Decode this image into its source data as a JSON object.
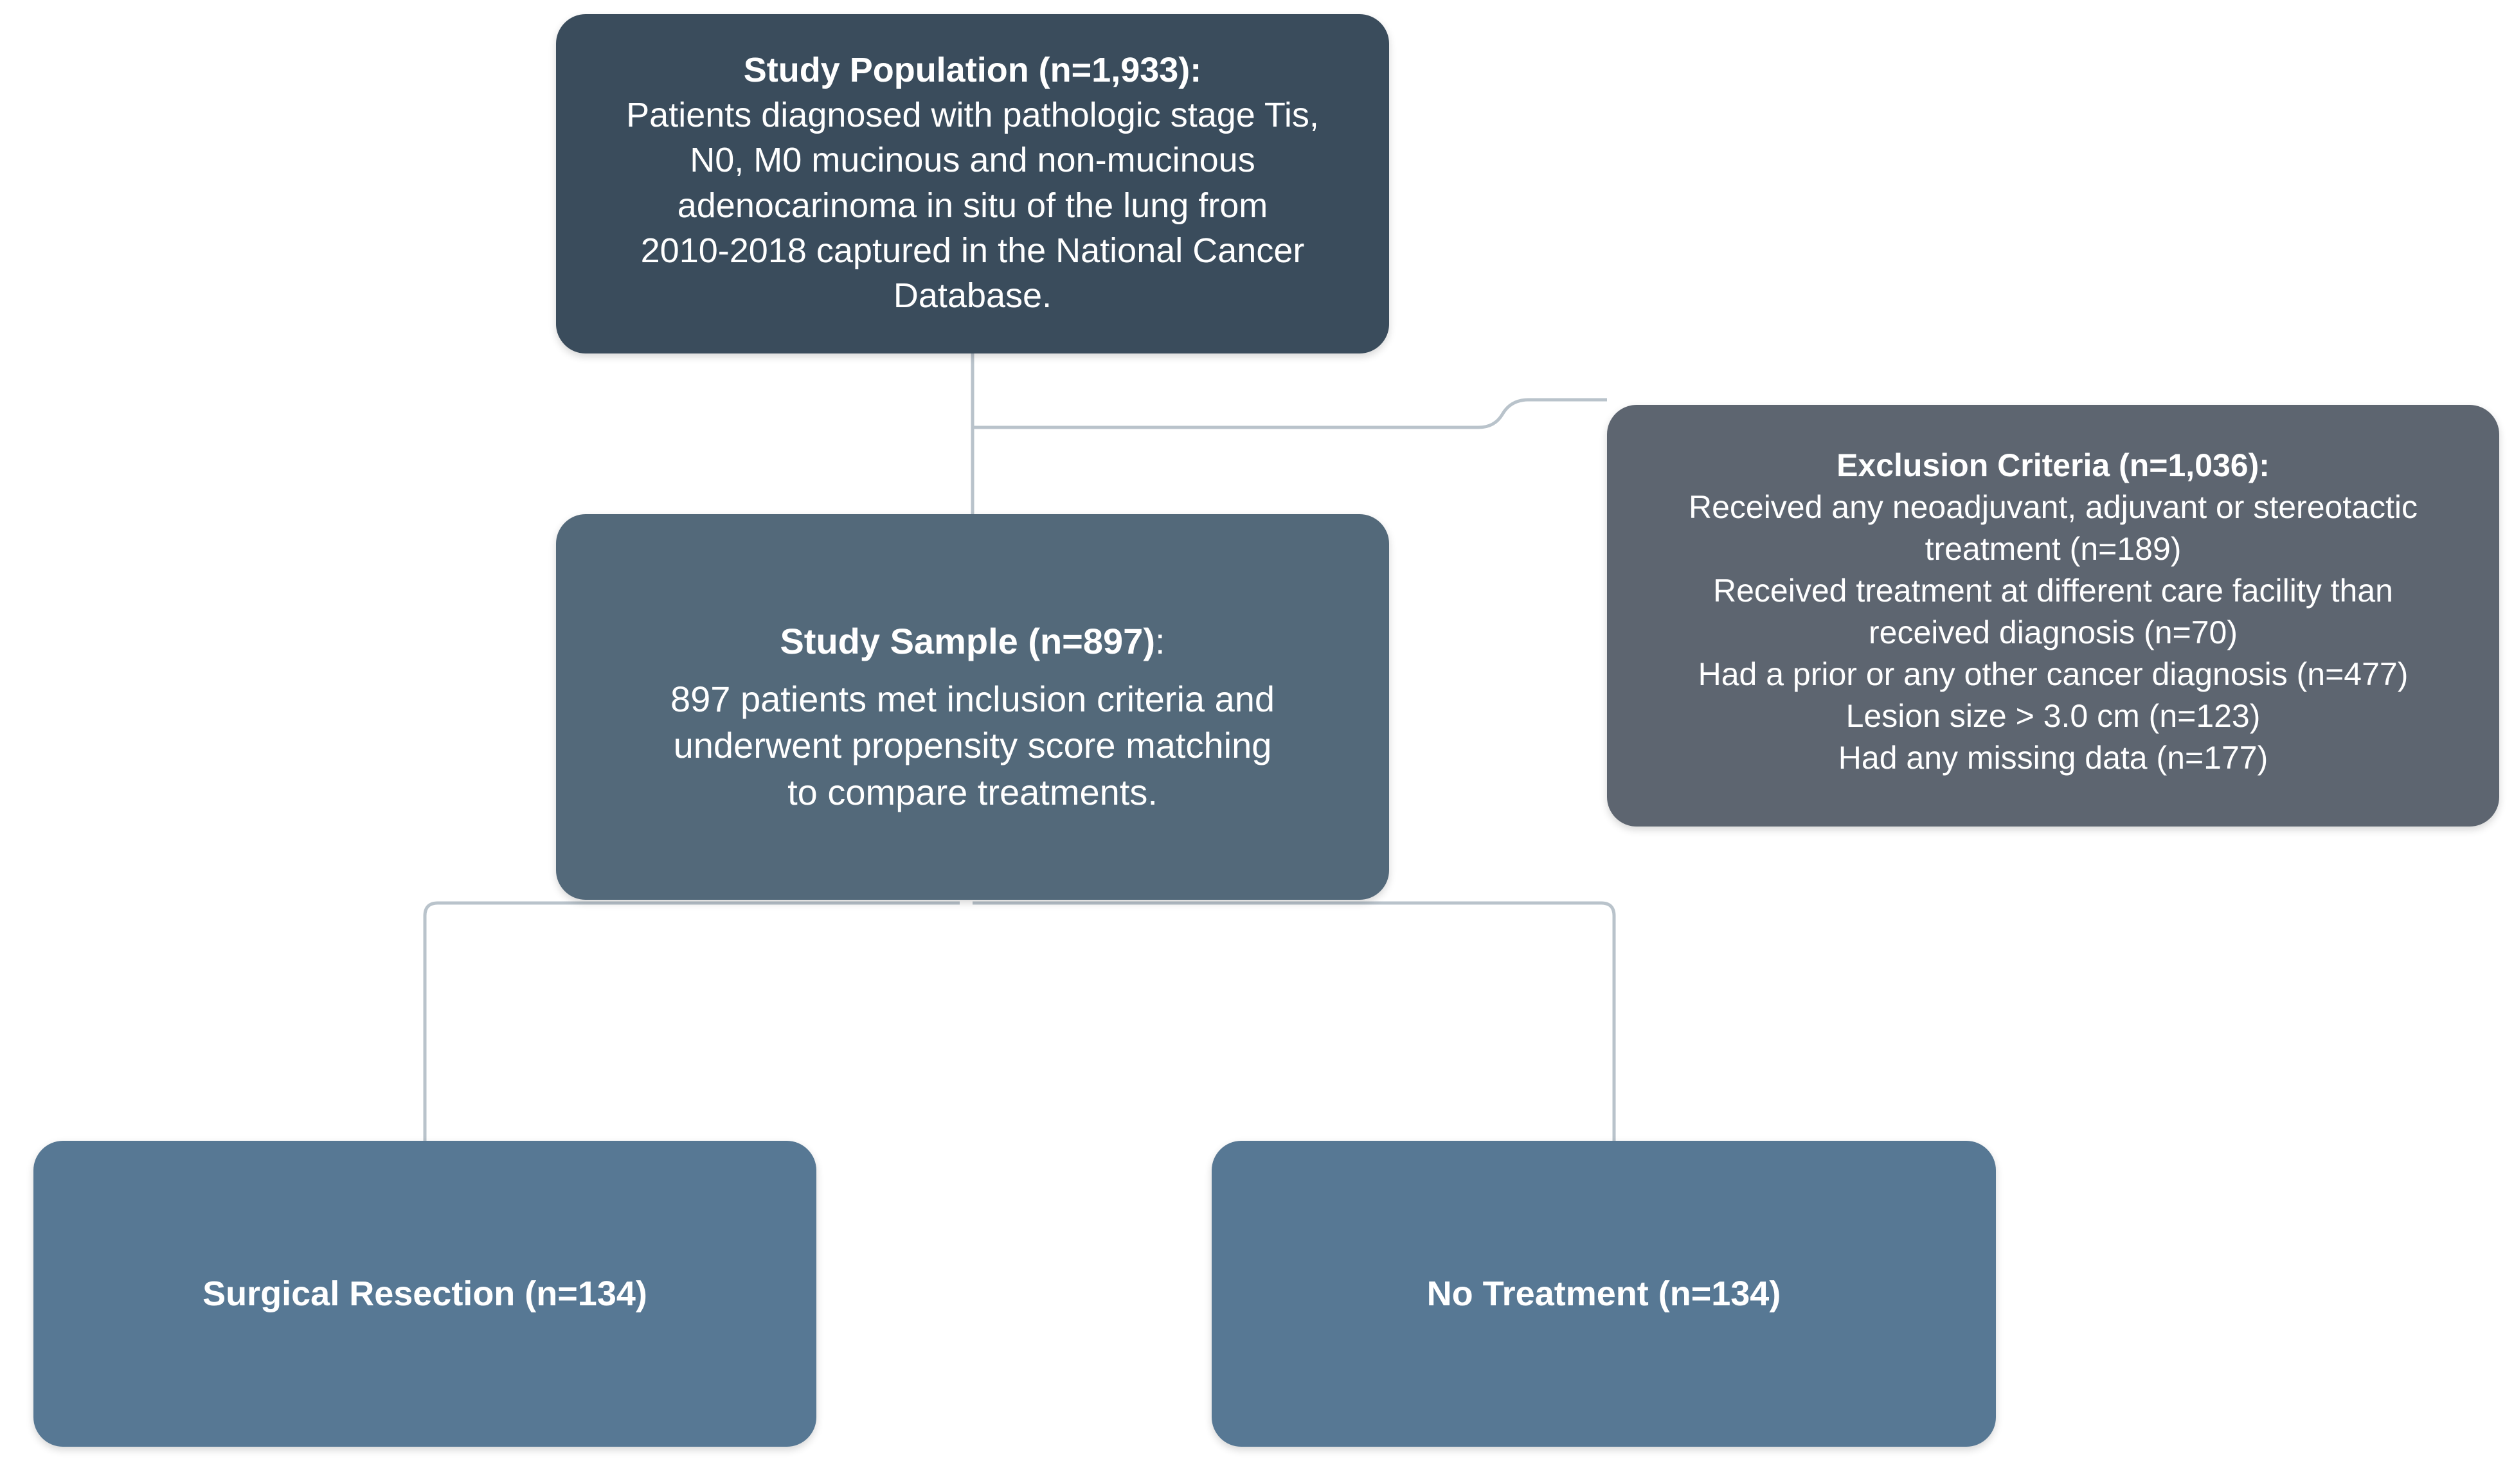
{
  "diagram": {
    "type": "study-flow-consort",
    "background_color": "#ffffff",
    "connector_color": "#b9c3cb"
  },
  "nodes": {
    "study_population": {
      "color": "#3a4c5c",
      "title": "Study Population (n=1,933):",
      "lines": [
        "Patients diagnosed with pathologic stage Tis,",
        "N0, M0 mucinous and non-mucinous",
        "adenocarinoma in situ of the lung from",
        "2010-2018 captured in the National Cancer",
        "Database."
      ],
      "count": 1933
    },
    "exclusion_criteria": {
      "color": "#5d6570",
      "title": "Exclusion Criteria (n=1,036):",
      "lines": [
        "Received any neoadjuvant, adjuvant or stereotactic",
        "treatment (n=189)",
        "Received treatment at different care facility than",
        "received diagnosis (n=70)",
        "Had a prior or any other cancer diagnosis (n=477)",
        "Lesion size > 3.0 cm (n=123)",
        "Had any missing data (n=177)"
      ],
      "count": 1036,
      "items": [
        {
          "label": "Received any neoadjuvant, adjuvant or stereotactic treatment",
          "n": 189
        },
        {
          "label": "Received treatment at different care facility than received diagnosis",
          "n": 70
        },
        {
          "label": "Had a prior or any other cancer diagnosis",
          "n": 477
        },
        {
          "label": "Lesion size > 3.0 cm",
          "n": 123
        },
        {
          "label": "Had any missing data",
          "n": 177
        }
      ]
    },
    "study_sample": {
      "color": "#53697a",
      "title": "Study Sample (n=897)",
      "title_suffix": ":",
      "lines": [
        "897 patients met inclusion criteria and",
        "underwent propensity score matching",
        "to compare treatments."
      ],
      "count": 897
    },
    "surgical_resection": {
      "color": "#577894",
      "label": "Surgical Resection (n=134)",
      "count": 134
    },
    "no_treatment": {
      "color": "#577894",
      "label": "No Treatment (n=134)",
      "count": 134
    }
  }
}
